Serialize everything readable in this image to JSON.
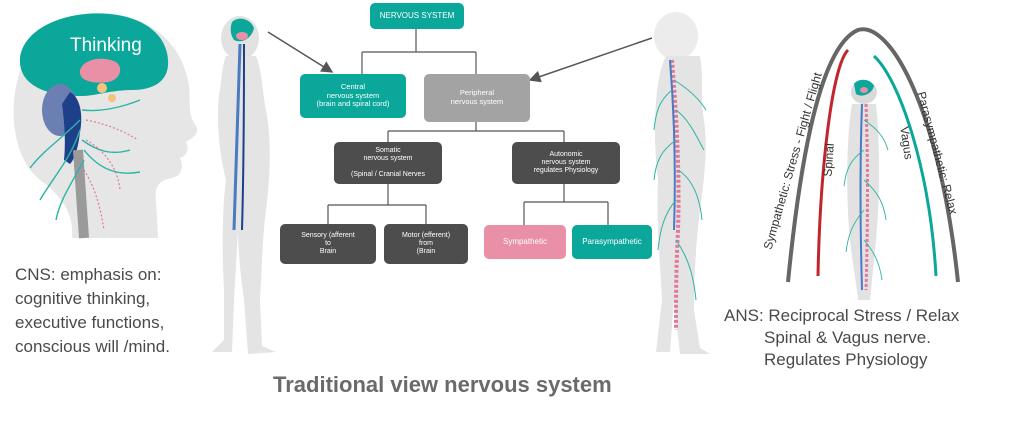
{
  "colors": {
    "teal": "#0aa79a",
    "grey": "#a3a3a3",
    "dark": "#4d4d4d",
    "pink": "#ea90a6",
    "red": "#c0262d",
    "arch": "#666666",
    "caption_text": "#4a4a4a"
  },
  "head_figure": {
    "label": "Thinking"
  },
  "chart": {
    "root": "NERVOUS SYSTEM",
    "central": "Central\nnervous system\n(brain and spiral cord)",
    "peripheral": "Peripheral\nnervous system",
    "somatic": "Somatic\nnervous system\n\n(Spinal / Cranial Nerves",
    "autonomic": "Autonomic\nnervous system\nregulates Physiology",
    "sensory": "Sensory (afferent\nto\nBrain",
    "motor": "Motor (efferent)\nfrom\n(Brain",
    "sympathetic": "Sympathetic",
    "parasympathetic": "Parasympathetic"
  },
  "cns_caption": [
    "CNS: emphasis on:",
    "cognitive thinking,",
    "executive functions,",
    "conscious will /mind."
  ],
  "title": "Traditional view nervous system",
  "arch_labels": {
    "sympathetic": "Sympathetic: Stress - Fight / Flight",
    "spinal": "Spinal",
    "vagus": "Vagus",
    "parasympathetic": "Parasympathetic: Relax"
  },
  "ans_caption": [
    "ANS:  Reciprocal Stress / Relax",
    "Spinal & Vagus nerve.",
    "Regulates Physiology"
  ]
}
